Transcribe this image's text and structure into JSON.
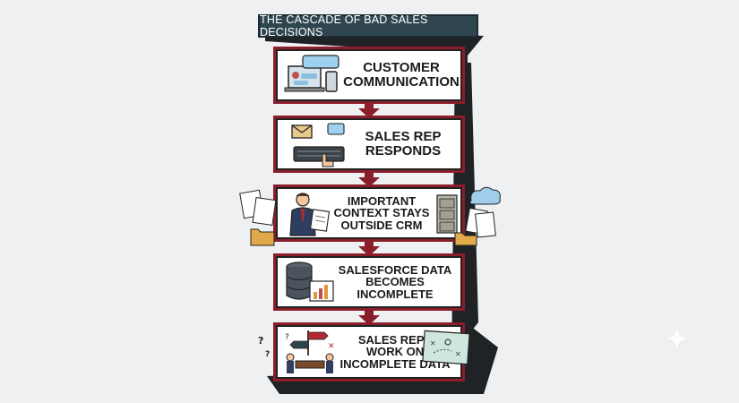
{
  "title": "THE CASCADE OF BAD SALES DECISIONS",
  "steps": [
    {
      "lines": [
        "CUSTOMER",
        "COMMUNICATION"
      ],
      "icon": "laptop-phone-chat-icon"
    },
    {
      "lines": [
        "SALES REP",
        "RESPONDS"
      ],
      "icon": "keyboard-email-icon"
    },
    {
      "lines": [
        "IMPORTANT",
        "CONTEXT STAYS",
        "OUTSIDE CRM"
      ],
      "icon": "salesman-documents-icon"
    },
    {
      "lines": [
        "SALESFORCE DATA",
        "BECOMES",
        "INCOMPLETE"
      ],
      "icon": "database-chart-icon"
    },
    {
      "lines": [
        "SALES REPS",
        "WORK ON",
        "INCOMPLETE DATA"
      ],
      "icon": "confused-team-map-icon"
    }
  ],
  "colors": {
    "banner": "#2f4650",
    "arrow": "#8c1d2a",
    "shadow": "#1f2326",
    "background": "#eef0f1"
  }
}
